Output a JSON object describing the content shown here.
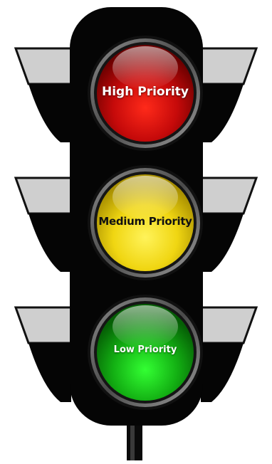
{
  "lights": [
    {
      "label": "High Priority",
      "color": "#d11212"
    },
    {
      "label": "Medium Priority",
      "color": "#f3dd10"
    },
    {
      "label": "Low Priority",
      "color": "#18b21a"
    }
  ],
  "housing_color": "#050505",
  "visor_color": "#cfcfcf"
}
